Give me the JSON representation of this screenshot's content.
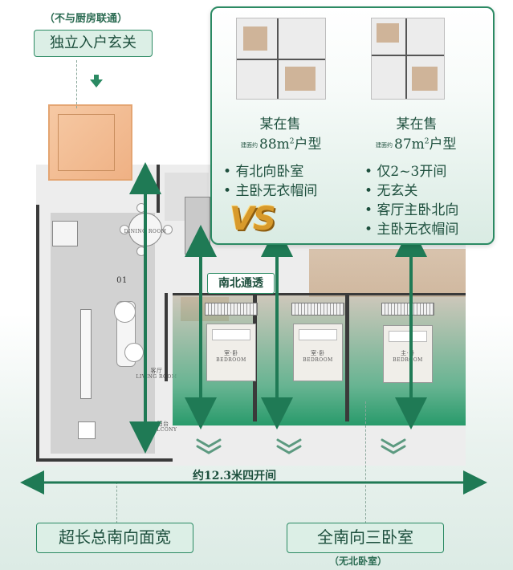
{
  "entry": {
    "note": "（不与厨房联通）",
    "label": "独立入户玄关"
  },
  "plan": {
    "unit_no": "01",
    "dining": "DINING ROOM",
    "living_cn": "客厅",
    "living_en": "LIVING ROOM",
    "balcony_cn": "阳台",
    "balcony_en": "BALCONY",
    "bed1_cn": "室·卧",
    "bed1_en": "BEDROOM",
    "bed2_cn": "室·卧",
    "bed2_en": "BEDROOM",
    "bed3_cn": "主·卧",
    "bed3_en": "BEDROOM"
  },
  "compare": {
    "left": {
      "title": "某在售",
      "prefix": "建面约",
      "area": "88m",
      "exp": "2",
      "suffix": "户型",
      "points": [
        "有北向卧室",
        "主卧无衣帽间"
      ]
    },
    "right": {
      "title": "某在售",
      "prefix": "建面约",
      "area": "87m",
      "exp": "2",
      "suffix": "户型",
      "points": [
        "仅2~3开间",
        "无玄关",
        "客厅主卧北向",
        "主卧无衣帽间"
      ]
    },
    "vs": "VS"
  },
  "tags": {
    "tongtou": "南北通透",
    "width": "约12.3米四开间",
    "south": "超长总南向面宽",
    "three": "全南向三卧室",
    "three_note": "（无北卧室）"
  },
  "colors": {
    "brand_green": "#2b8a63",
    "text_green": "#1d4f3d",
    "accent_gold": "#d89a2b",
    "entry_orange": "#efb184"
  }
}
